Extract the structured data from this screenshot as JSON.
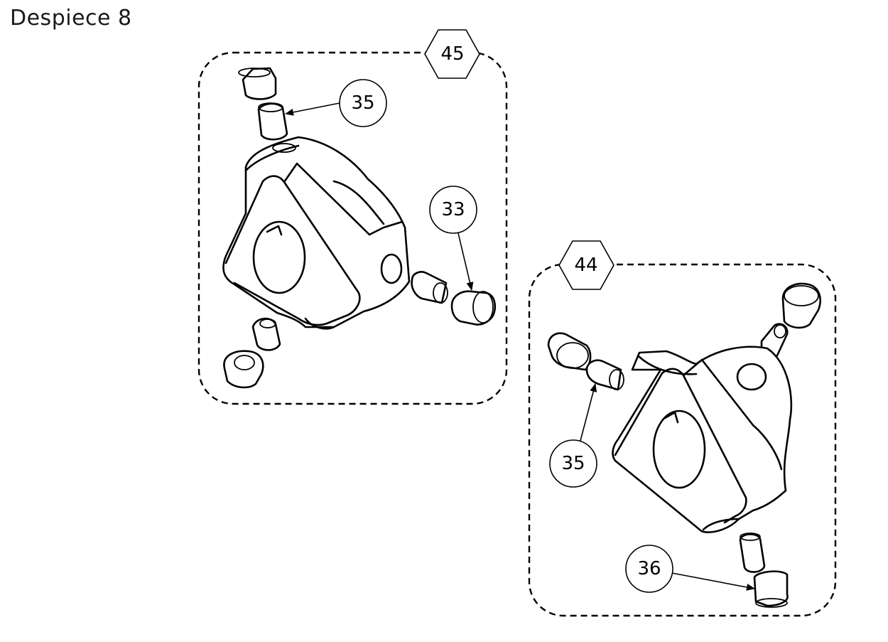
{
  "title": "Despiece 8",
  "assemblies": [
    {
      "id": "assembly-45",
      "label": "45"
    },
    {
      "id": "assembly-44",
      "label": "44"
    }
  ],
  "balloons": [
    {
      "id": "balloon-35-top",
      "label": "35"
    },
    {
      "id": "balloon-33",
      "label": "33"
    },
    {
      "id": "balloon-35-bottom",
      "label": "35"
    },
    {
      "id": "balloon-36",
      "label": "36"
    }
  ]
}
